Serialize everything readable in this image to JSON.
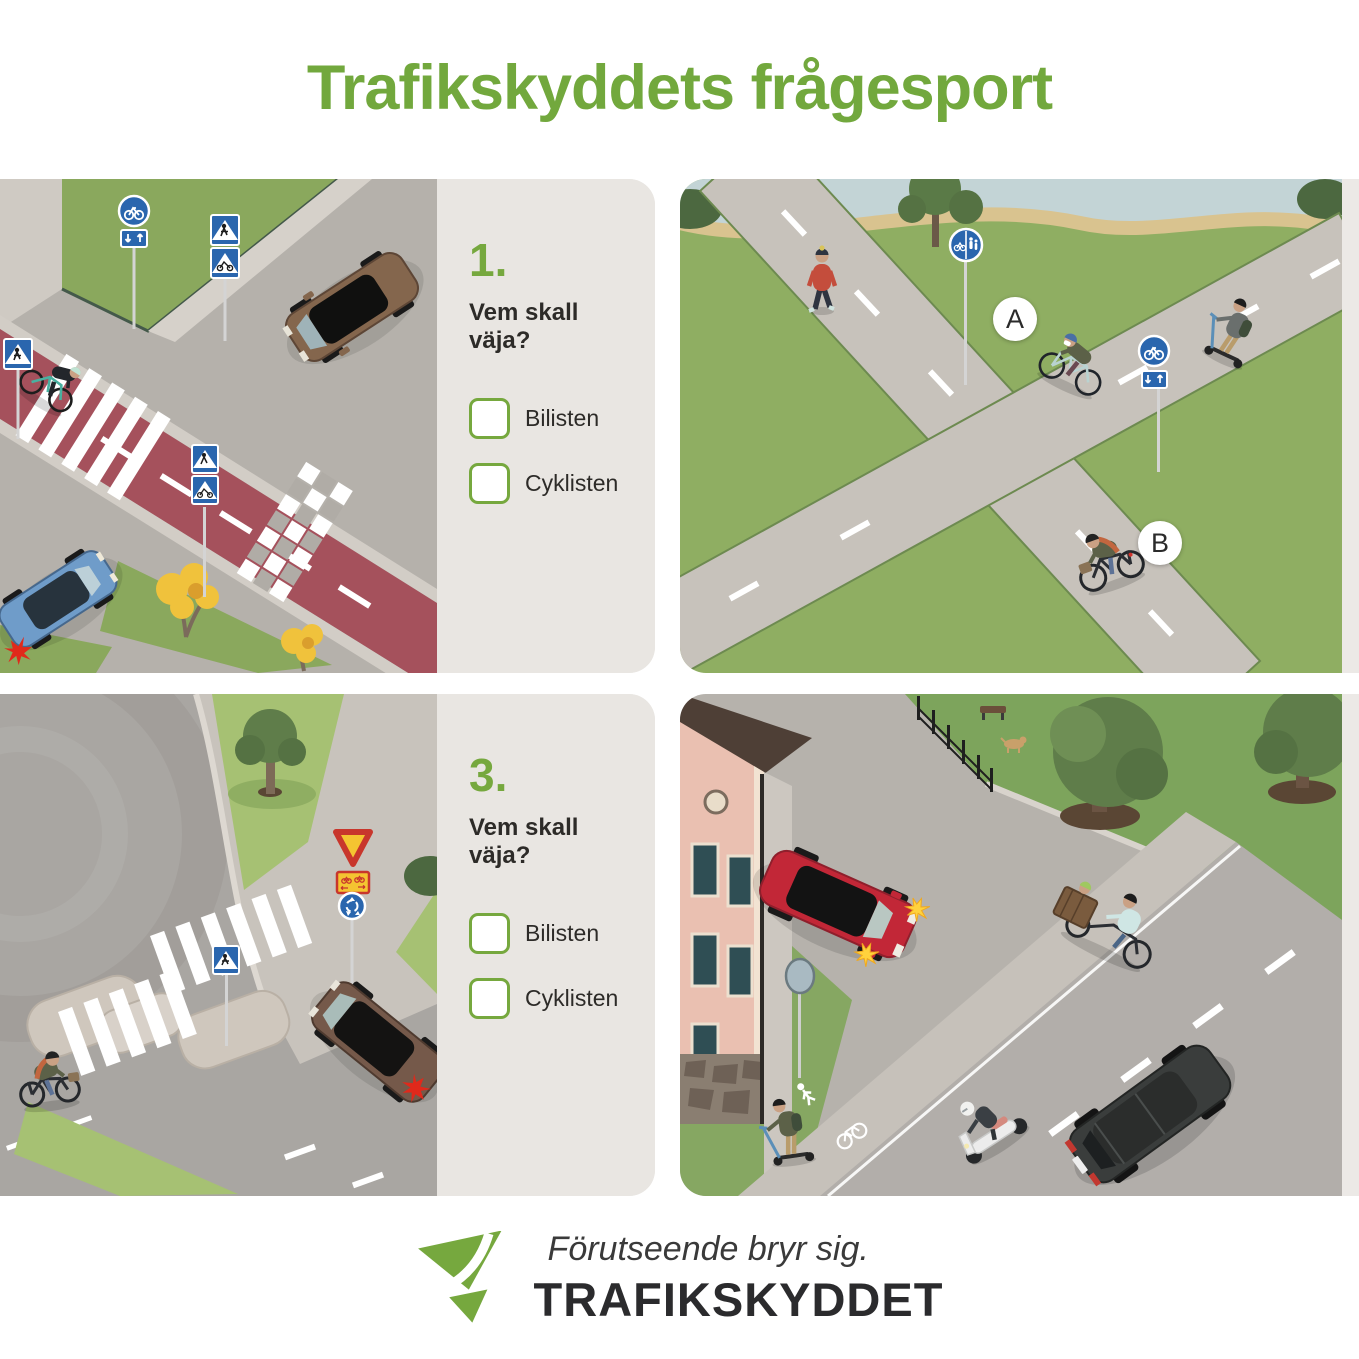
{
  "page": {
    "title": "Trafikskyddets frågesport"
  },
  "colors": {
    "accent_green": "#76a83e",
    "title_green": "#72a83d",
    "panel_background": "#e9e6e2",
    "sign_blue": "#2a66ae",
    "bike_path_red": "#a5515c",
    "yield_red": "#c8362c",
    "yield_yellow": "#f4c431"
  },
  "questions": [
    {
      "number": "1.",
      "prompt": "Vem skall väja?",
      "options": [
        "Bilisten",
        "Cyklisten"
      ]
    },
    {
      "number": "3.",
      "prompt": "Vem skall väja?",
      "options": [
        "Bilisten",
        "Cyklisten"
      ]
    }
  ],
  "markers": {
    "a": "A",
    "b": "B"
  },
  "footer": {
    "tagline": "Förutseende bryr sig.",
    "brand": "TRAFIKSKYDDET"
  }
}
